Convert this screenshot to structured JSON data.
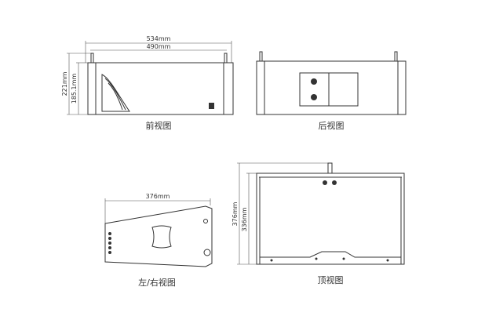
{
  "front_view": {
    "caption": "前视图",
    "width_outer": "534mm",
    "width_inner": "490mm",
    "height_outer": "221mm",
    "height_inner": "185.1mm"
  },
  "back_view": {
    "caption": "后视图"
  },
  "side_view": {
    "caption": "左/右视图",
    "depth": "376mm"
  },
  "top_view": {
    "caption": "顶视图",
    "depth_outer": "376mm",
    "depth_inner": "336mm"
  }
}
